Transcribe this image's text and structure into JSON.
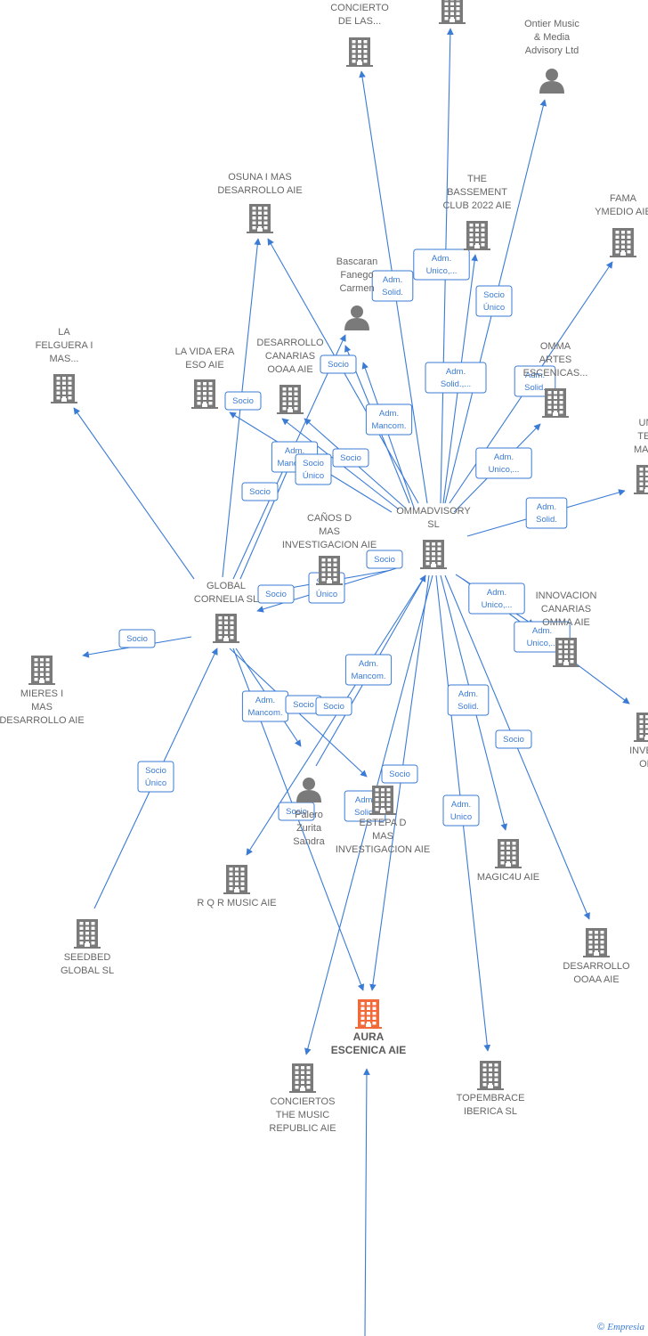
{
  "colors": {
    "node": "#7a7a7a",
    "focus": "#f26a3a",
    "edge": "#3a7bd5",
    "label": "#666666"
  },
  "footer": {
    "copyright": "©",
    "brand": "Empresia"
  },
  "nodes": [
    {
      "id": "concierto",
      "type": "company",
      "lines": [
        "CONCIERTO",
        "DE LAS..."
      ]
    },
    {
      "id": "top_company",
      "type": "company",
      "lines": []
    },
    {
      "id": "ontier",
      "type": "person",
      "lines": [
        "Ontier Music",
        "& Media",
        "Advisory Ltd"
      ]
    },
    {
      "id": "osuna",
      "type": "company",
      "lines": [
        "OSUNA I MAS",
        "DESARROLLO AIE"
      ]
    },
    {
      "id": "bassement",
      "type": "company",
      "lines": [
        "THE",
        "BASSEMENT",
        "CLUB 2022 AIE"
      ]
    },
    {
      "id": "fama",
      "type": "company",
      "lines": [
        "FAMA",
        "YMEDIO AIE"
      ]
    },
    {
      "id": "bascaran",
      "type": "person",
      "lines": [
        "Bascaran",
        "Fanego",
        "Carmen"
      ]
    },
    {
      "id": "felguera",
      "type": "company",
      "lines": [
        "LA",
        "FELGUERA I",
        "MAS..."
      ]
    },
    {
      "id": "vidaera",
      "type": "company",
      "lines": [
        "LA VIDA ERA",
        "ESO AIE"
      ]
    },
    {
      "id": "desarrollo_canarias",
      "type": "company",
      "lines": [
        "DESARROLLO",
        "CANARIAS",
        "OOAA  AIE"
      ]
    },
    {
      "id": "omma_artes",
      "type": "company",
      "lines": [
        "OMMA",
        "ARTES",
        "ESCENICAS..."
      ]
    },
    {
      "id": "uni_teatro",
      "type": "company",
      "lines": [
        "UNI",
        "TEA",
        "MALA"
      ]
    },
    {
      "id": "ommadvisory",
      "type": "company",
      "lines": [
        "OMMADVISORY",
        "SL"
      ]
    },
    {
      "id": "canos",
      "type": "company",
      "lines": [
        "CAÑOS D",
        "MAS",
        "INVESTIGACION AIE"
      ]
    },
    {
      "id": "global_cornelia",
      "type": "company",
      "lines": [
        "GLOBAL",
        "CORNELIA  SL"
      ]
    },
    {
      "id": "innovacion",
      "type": "company",
      "lines": [
        "INNOVACION",
        "CANARIAS",
        "OMMA  AIE"
      ]
    },
    {
      "id": "mieres",
      "type": "company",
      "lines": [
        "MIERES I",
        "MAS",
        "DESARROLLO AIE"
      ]
    },
    {
      "id": "invest_om",
      "type": "company",
      "lines": [
        "INVEST",
        "OM"
      ]
    },
    {
      "id": "zurita",
      "type": "person",
      "lines": [
        "Palero",
        "Zurita",
        "Sandra"
      ]
    },
    {
      "id": "estepa",
      "type": "company",
      "lines": [
        "ESTEPA D",
        "MAS",
        "INVESTIGACION AIE"
      ]
    },
    {
      "id": "magic4u",
      "type": "company",
      "lines": [
        "MAGIC4U AIE"
      ]
    },
    {
      "id": "rqr",
      "type": "company",
      "lines": [
        "R Q R MUSIC AIE"
      ]
    },
    {
      "id": "seedbed",
      "type": "company",
      "lines": [
        "SEEDBED",
        "GLOBAL  SL"
      ]
    },
    {
      "id": "desarrollo_ooaa",
      "type": "company",
      "lines": [
        "DESARROLLO",
        "OOAA AIE"
      ]
    },
    {
      "id": "aura",
      "type": "focus",
      "lines": [
        "AURA",
        "ESCENICA AIE"
      ]
    },
    {
      "id": "conciertos_music",
      "type": "company",
      "lines": [
        "CONCIERTOS",
        "THE MUSIC",
        "REPUBLIC AIE"
      ]
    },
    {
      "id": "topembrace",
      "type": "company",
      "lines": [
        "TOPEMBRACE",
        "IBERICA  SL"
      ]
    }
  ],
  "edge_labels": [
    {
      "id": "l1",
      "lines": [
        "Adm.",
        "Solid."
      ]
    },
    {
      "id": "l2",
      "lines": [
        "Adm.",
        "Unico,..."
      ]
    },
    {
      "id": "l3",
      "lines": [
        "Socio",
        "Único"
      ]
    },
    {
      "id": "l4",
      "lines": [
        "Socio"
      ]
    },
    {
      "id": "l5",
      "lines": [
        "Adm.",
        "Solid.,..."
      ]
    },
    {
      "id": "l6",
      "lines": [
        "Adm.",
        "Solid."
      ]
    },
    {
      "id": "l7",
      "lines": [
        "Adm.",
        "Mancom."
      ]
    },
    {
      "id": "l8",
      "lines": [
        "Socio"
      ]
    },
    {
      "id": "l9",
      "lines": [
        "Adm.",
        "Mancom."
      ]
    },
    {
      "id": "l10",
      "lines": [
        "Socio",
        "Único"
      ]
    },
    {
      "id": "l11",
      "lines": [
        "Socio"
      ]
    },
    {
      "id": "l12",
      "lines": [
        "Adm.",
        "Unico,..."
      ]
    },
    {
      "id": "l13",
      "lines": [
        "Socio"
      ]
    },
    {
      "id": "l14",
      "lines": [
        "Adm.",
        "Solid."
      ]
    },
    {
      "id": "l15",
      "lines": [
        "Socio"
      ]
    },
    {
      "id": "l16",
      "lines": [
        "Socio"
      ]
    },
    {
      "id": "l17",
      "lines": [
        "Socio",
        "Único"
      ]
    },
    {
      "id": "l18",
      "lines": [
        "Adm.",
        "Unico,..."
      ]
    },
    {
      "id": "l19",
      "lines": [
        "Adm.",
        "Unico,..."
      ]
    },
    {
      "id": "l20",
      "lines": [
        "Socio"
      ]
    },
    {
      "id": "l21",
      "lines": [
        "Adm.",
        "Mancom."
      ]
    },
    {
      "id": "l22",
      "lines": [
        "Adm.",
        "Mancom."
      ]
    },
    {
      "id": "l23",
      "lines": [
        "Socio"
      ]
    },
    {
      "id": "l24",
      "lines": [
        "Socio"
      ]
    },
    {
      "id": "l25",
      "lines": [
        "Adm.",
        "Solid."
      ]
    },
    {
      "id": "l26",
      "lines": [
        "Socio"
      ]
    },
    {
      "id": "l27",
      "lines": [
        "Socio",
        "Único"
      ]
    },
    {
      "id": "l28",
      "lines": [
        "Socio"
      ]
    },
    {
      "id": "l29",
      "lines": [
        "Socio"
      ]
    },
    {
      "id": "l30",
      "lines": [
        "Adm.",
        "Solid."
      ]
    },
    {
      "id": "l31",
      "lines": [
        "Adm.",
        "Unico"
      ]
    }
  ]
}
